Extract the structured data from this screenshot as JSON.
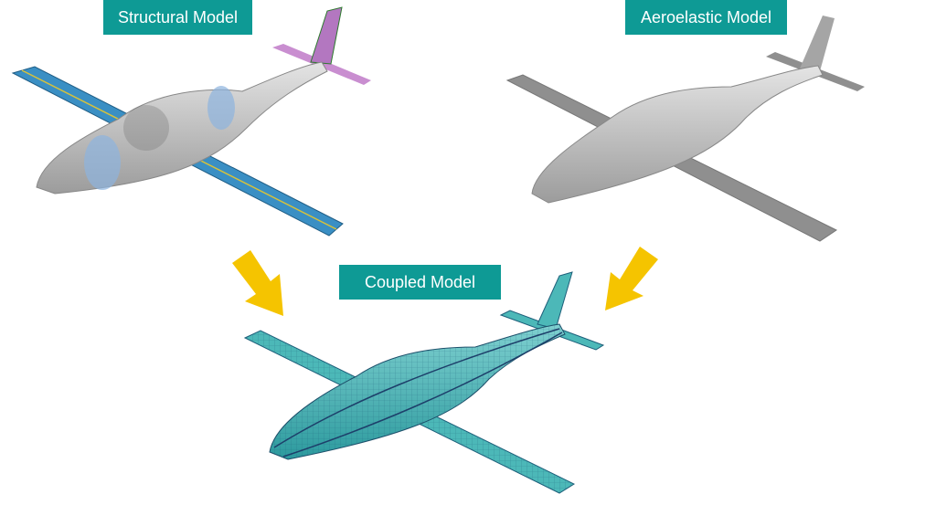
{
  "labels": {
    "structural": "Structural Model",
    "aeroelastic": "Aeroelastic Model",
    "coupled": "Coupled Model"
  },
  "colors": {
    "label_bg": "#0e9a95",
    "arrow": "#f5c400",
    "structural_wing": "#3a8fc4",
    "aero_gray": "#9a9a9a",
    "coupled_teal": "#4cb8b8"
  }
}
